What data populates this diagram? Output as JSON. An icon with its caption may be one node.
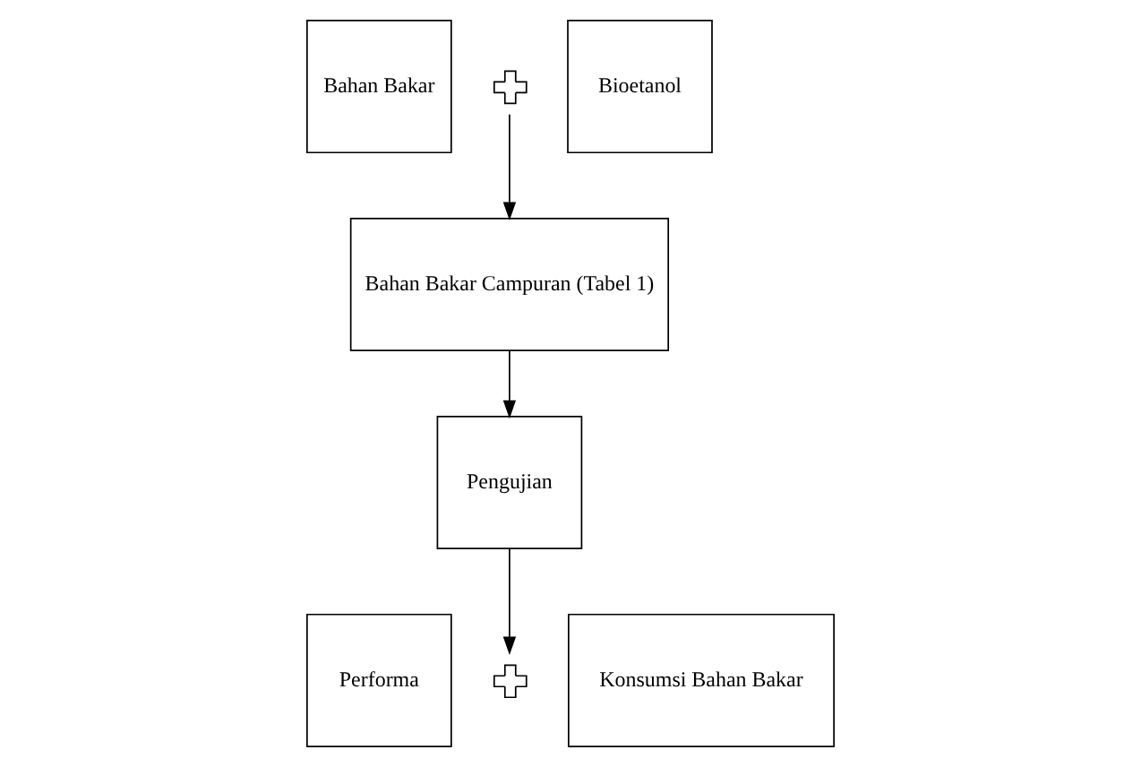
{
  "diagram": {
    "nodes": [
      {
        "text": [
          "Bahan Bakar"
        ]
      },
      {
        "text": [],
        "shape": "plus"
      },
      {
        "text": [
          "Bioetanol"
        ]
      },
      {
        "text": [
          "Pengujian"
        ]
      },
      {
        "text": [
          "Performa"
        ]
      },
      {
        "text": [],
        "shape": "plus"
      },
      {
        "text": [
          "Konsumsi Bahan Bakar"
        ]
      },
      {
        "text": [
          "Bahan Bakar Campuran (Tabel 1)"
        ]
      }
    ],
    "edges": [
      {
        "from": 1,
        "to": 7,
        "arrow": "to"
      },
      {
        "from": 7,
        "to": 3,
        "arrow": "to"
      },
      {
        "from": 3,
        "to": 5,
        "arrow": "to"
      }
    ]
  }
}
